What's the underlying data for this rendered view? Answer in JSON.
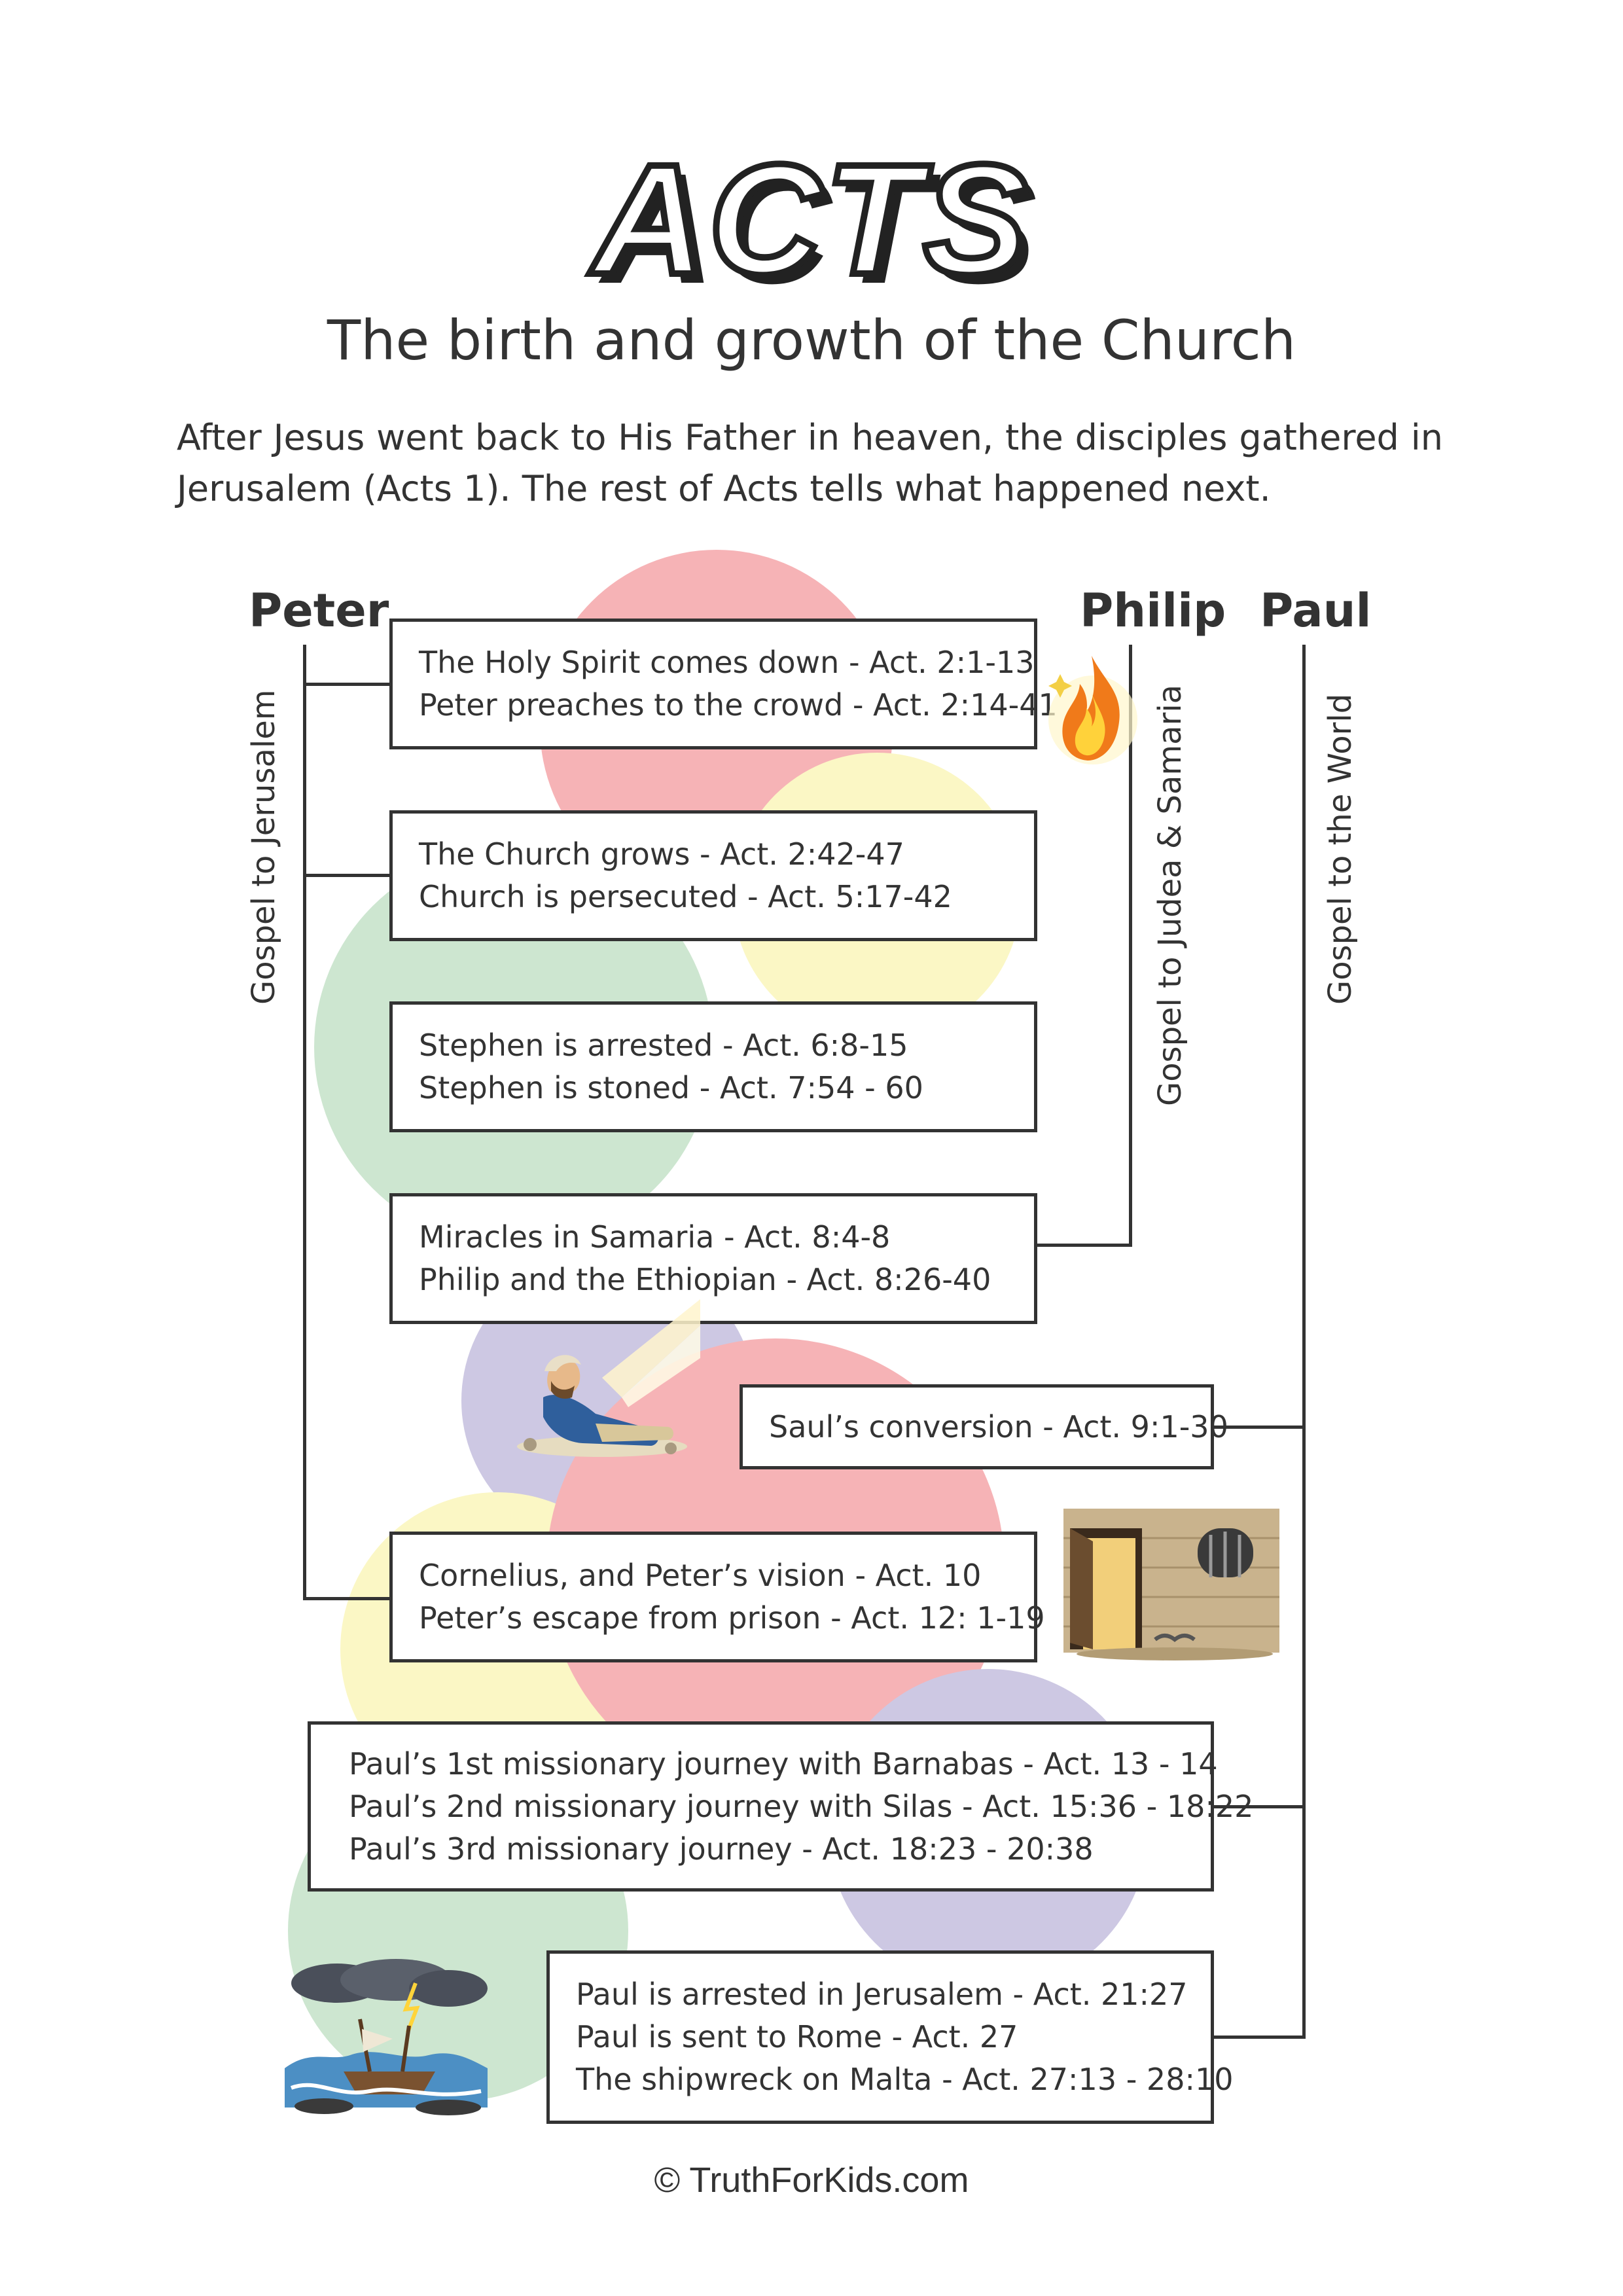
{
  "header": {
    "title": "ACTS",
    "subtitle": "The birth and growth of the Church"
  },
  "intro": "After Jesus went back to His Father in heaven, the disciples gathered in Jerusalem (Acts 1). The rest of Acts tells what happened next.",
  "columns": {
    "peter": {
      "name": "Peter",
      "label": "Gospel to Jerusalem"
    },
    "philip": {
      "name": "Philip",
      "label": "Gospel to Judea & Samaria"
    },
    "paul": {
      "name": "Paul",
      "label": "Gospel to the World"
    }
  },
  "events": [
    {
      "lines": [
        "The Holy Spirit comes down - Act. 2:1-13",
        "Peter preaches to the crowd - Act. 2:14-41"
      ]
    },
    {
      "lines": [
        "The Church grows - Act. 2:42-47",
        "Church is persecuted - Act. 5:17-42"
      ]
    },
    {
      "lines": [
        "Stephen is arrested - Act. 6:8-15",
        "Stephen is stoned - Act. 7:54 - 60"
      ]
    },
    {
      "lines": [
        "Miracles in Samaria - Act. 8:4-8",
        "Philip and the Ethiopian - Act. 8:26-40"
      ]
    },
    {
      "lines": [
        "Saul’s conversion - Act. 9:1-30"
      ]
    },
    {
      "lines": [
        "Cornelius, and Peter’s vision - Act. 10",
        "Peter’s escape from prison - Act. 12: 1-19"
      ]
    },
    {
      "lines": [
        "Paul’s 1st missionary journey with Barnabas - Act. 13 - 14",
        "Paul’s 2nd missionary journey with Silas - Act. 15:36 - 18:22",
        "Paul’s 3rd missionary journey - Act. 18:23 - 20:38"
      ]
    },
    {
      "lines": [
        "Paul is arrested in Jerusalem  - Act. 21:27",
        "Paul is sent to Rome - Act. 27",
        "The shipwreck on Malta  - Act. 27:13 - 28:10"
      ]
    }
  ],
  "illustrations": {
    "fire": "fire-icon",
    "saul": "fallen-man-illustration",
    "prison": "prison-cell-illustration",
    "ship": "shipwreck-illustration"
  },
  "footer": "© TruthForKids.com",
  "colors": {
    "red": "#f6b3b6",
    "yellow": "#fbf7c5",
    "green": "#cde6d0",
    "purple": "#cdc8e3",
    "line": "#333333"
  }
}
